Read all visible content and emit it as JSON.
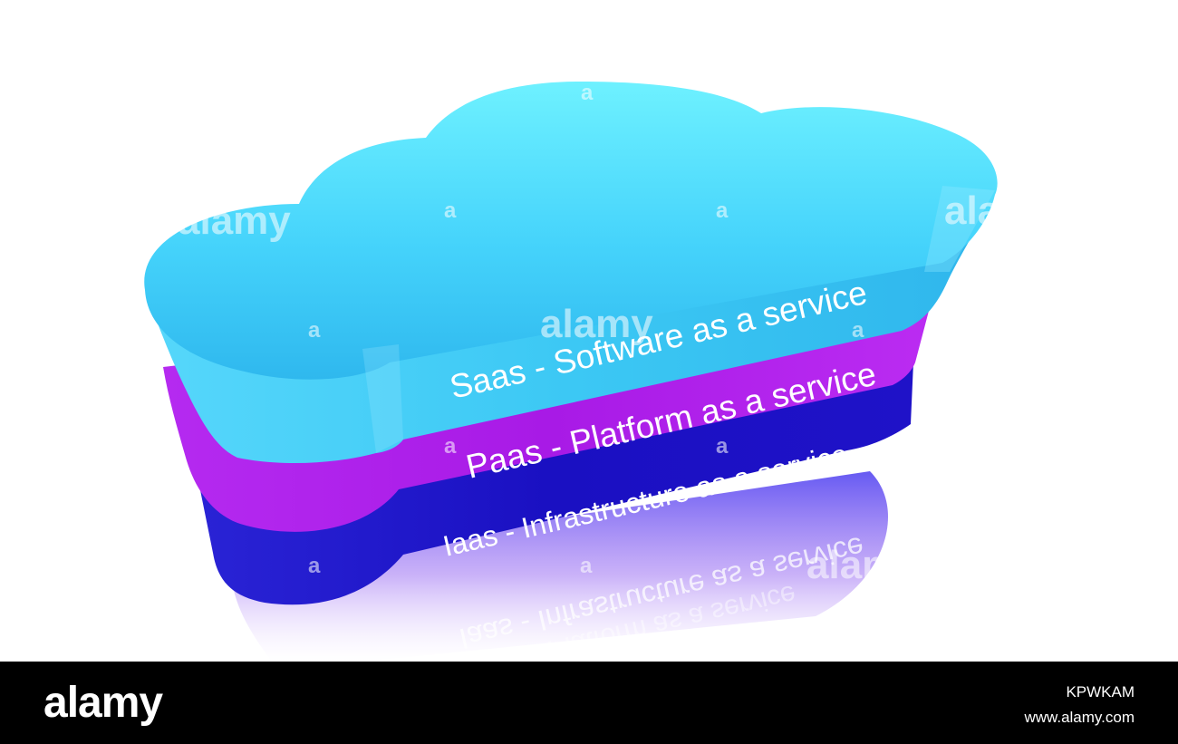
{
  "layers": [
    {
      "label": "Saas - Software as a service",
      "color": "#3ec9f5"
    },
    {
      "label": "Paas - Platform as a service",
      "color": "#b21ce9"
    },
    {
      "label": "Iaas - Infrastructure as a service",
      "color": "#1d12c4"
    }
  ],
  "reflection": {
    "iaas": "Iaas - Infrastructure as a service",
    "paas": "Paas - Platform as a service"
  },
  "watermark": {
    "brand": "alamy",
    "mark": "a"
  },
  "footer": {
    "logo": "alamy",
    "image_id": "KPWKAM",
    "url": "www.alamy.com"
  }
}
